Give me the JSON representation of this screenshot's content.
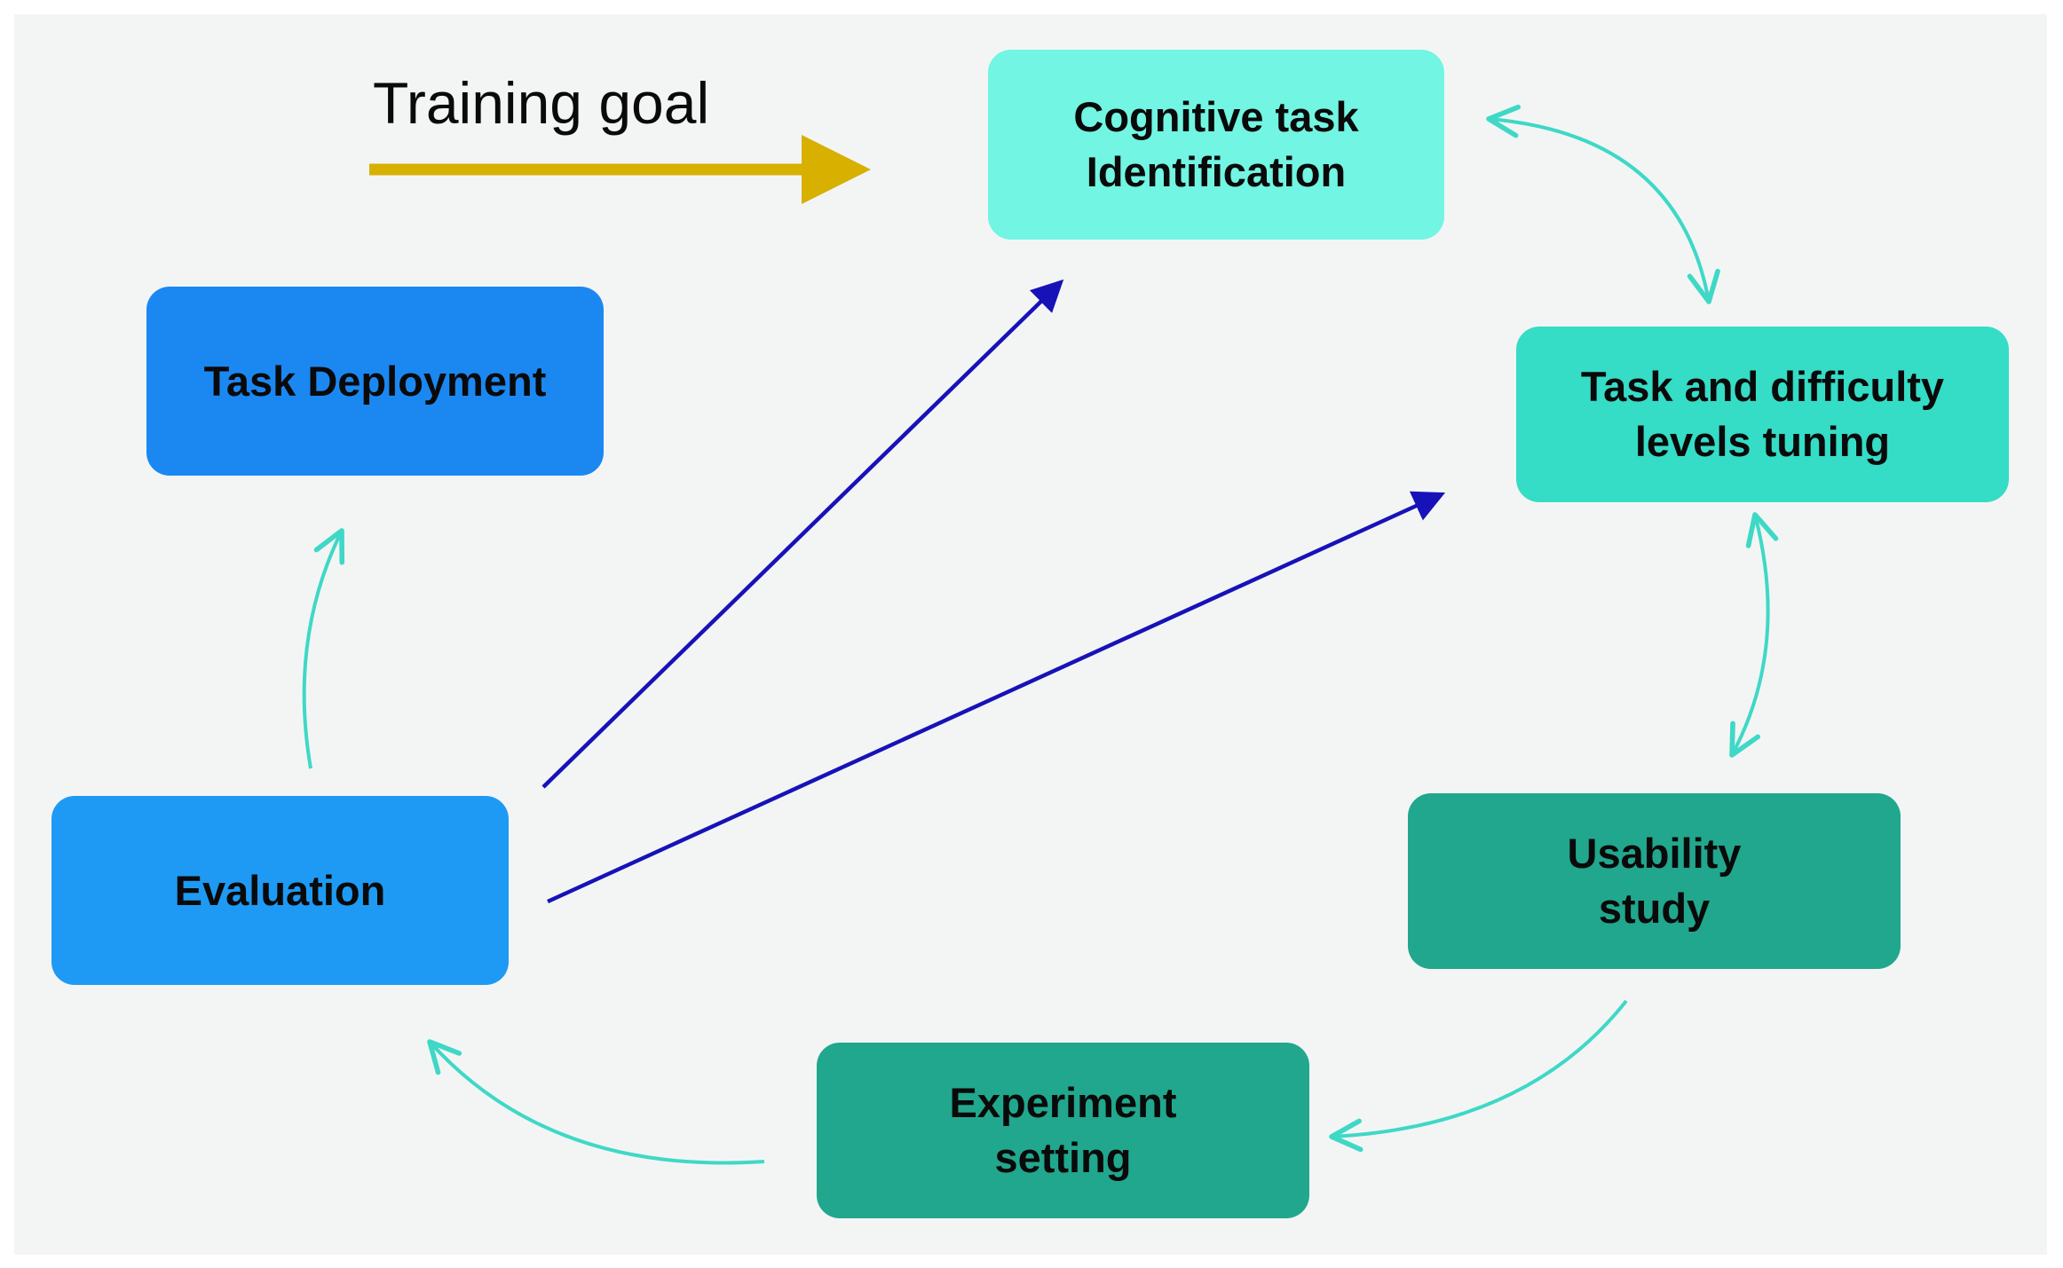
{
  "diagram": {
    "training_goal_label": "Training goal",
    "nodes": {
      "cognitive": "Cognitive task\nIdentification",
      "tuning": "Task and difficulty\nlevels tuning",
      "usability": "Usability\nstudy",
      "experiment": "Experiment\nsetting",
      "evaluation": "Evaluation",
      "deployment": "Task Deployment"
    },
    "colors": {
      "background": "#f3f5f5",
      "cognitive": "#72f5e2",
      "tuning": "#35dcc6",
      "usability": "#21a78d",
      "experiment": "#21a78d",
      "evaluation": "#1e9af4",
      "deployment": "#1b88f2",
      "goal_arrow": "#d7b000",
      "cycle_arrow": "#3fd8c6",
      "feedback_arrow": "#1712b8"
    }
  }
}
